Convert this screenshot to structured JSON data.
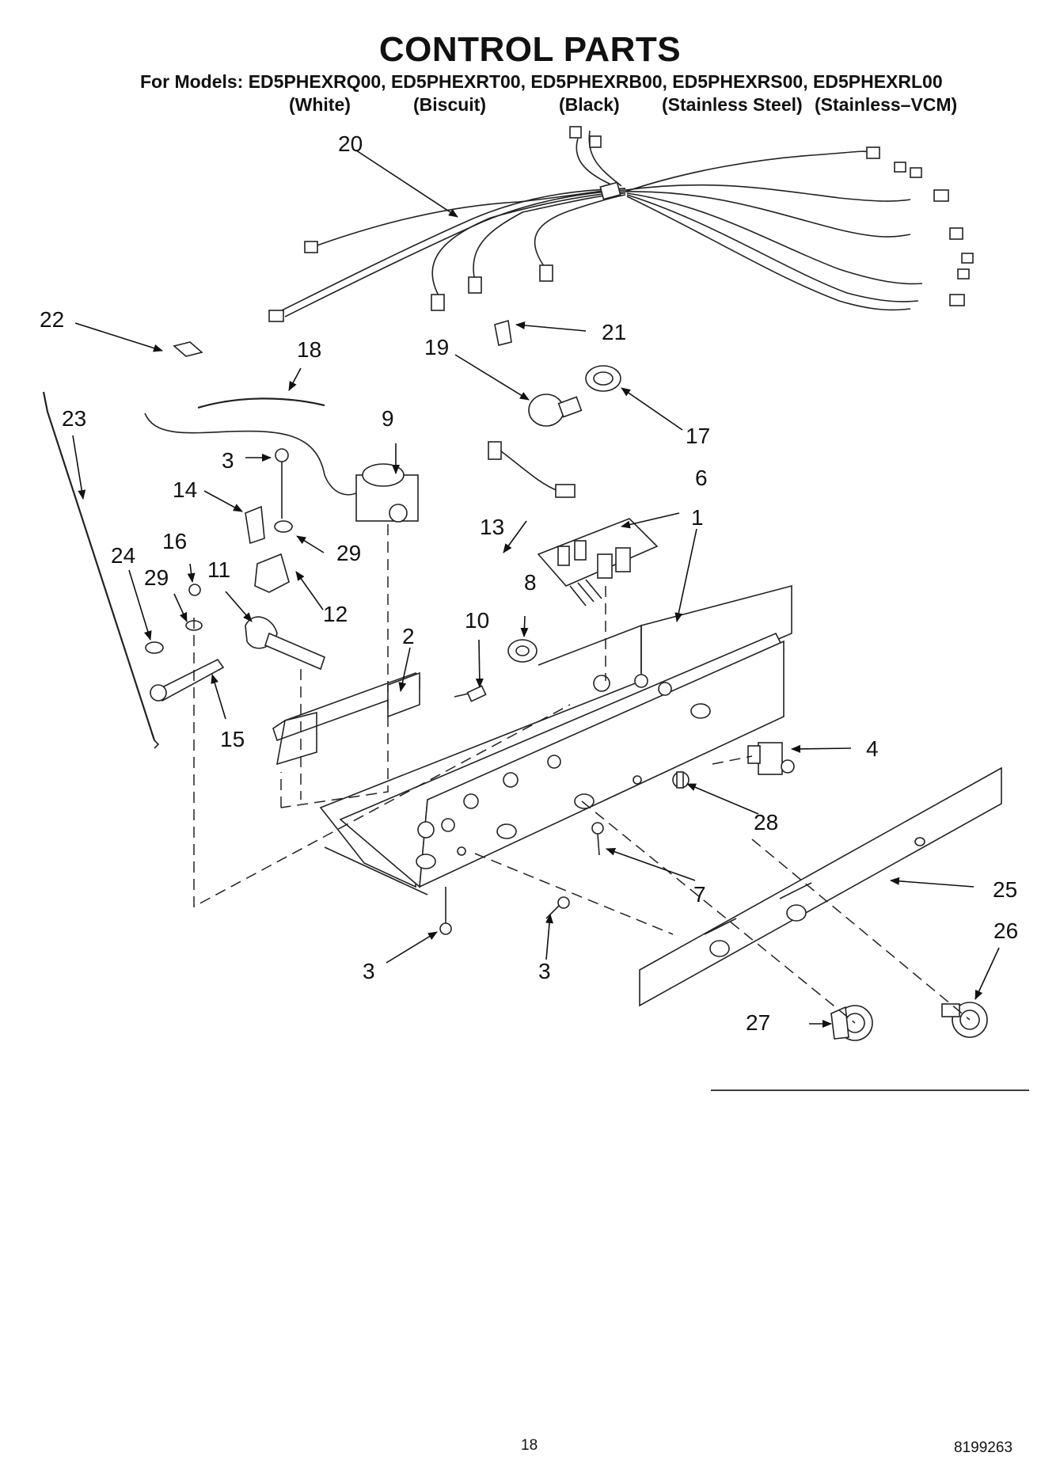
{
  "header": {
    "title": "CONTROL PARTS",
    "models_line": "For Models: ED5PHEXRQ00, ED5PHEXRT00, ED5PHEXRB00, ED5PHEXRS00, ED5PHEXRL00",
    "variants": [
      "(White)",
      "(Biscuit)",
      "(Black)",
      "(Stainless Steel)",
      "(Stainless–VCM)"
    ]
  },
  "callouts": {
    "c1": "1",
    "c2": "2",
    "c3a": "3",
    "c3b": "3",
    "c3c": "3",
    "c4": "4",
    "c6": "6",
    "c7": "7",
    "c8": "8",
    "c9": "9",
    "c10": "10",
    "c11": "11",
    "c12": "12",
    "c13": "13",
    "c14": "14",
    "c15": "15",
    "c16": "16",
    "c17": "17",
    "c18": "18",
    "c19": "19",
    "c20": "20",
    "c21": "21",
    "c22": "22",
    "c23": "23",
    "c24": "24",
    "c25": "25",
    "c26": "26",
    "c27": "27",
    "c28": "28",
    "c29a": "29",
    "c29b": "29"
  },
  "footer": {
    "page_number": "18",
    "doc_number": "8199263"
  }
}
